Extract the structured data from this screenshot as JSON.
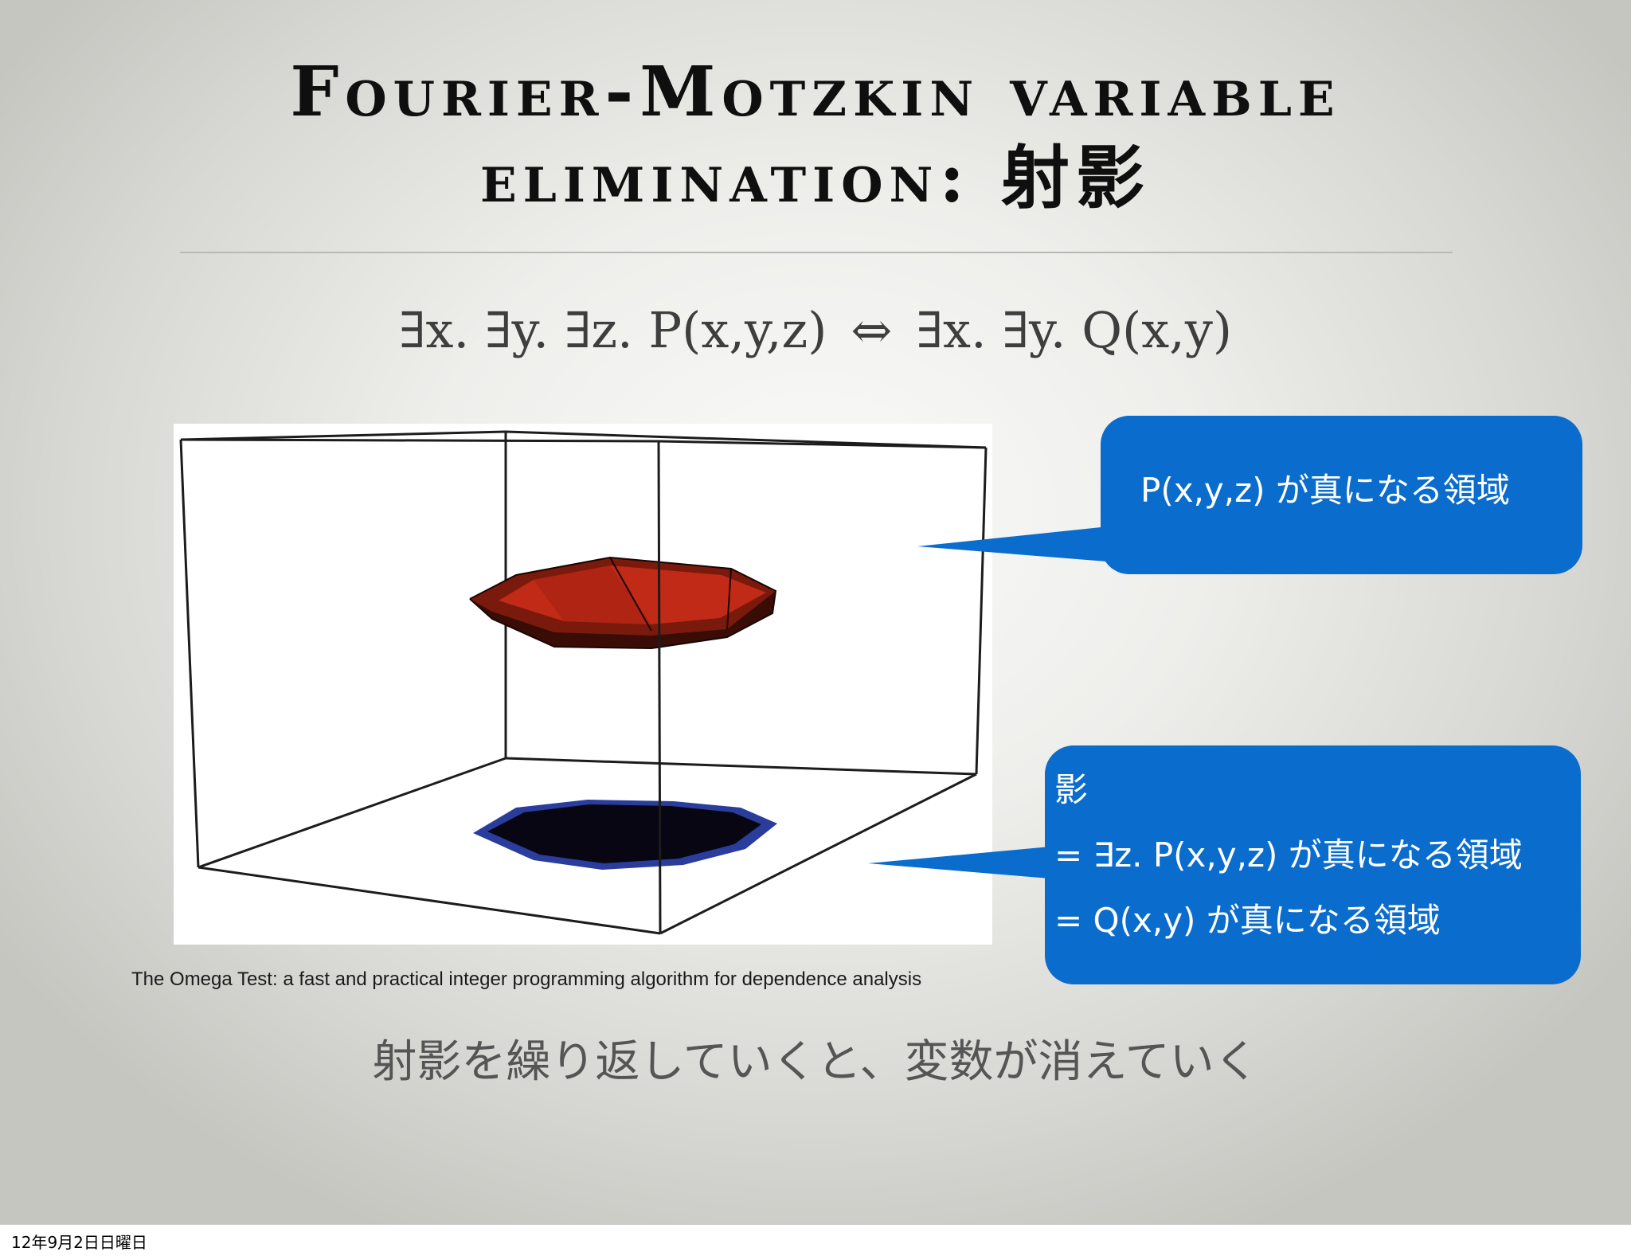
{
  "slide": {
    "title_line1": "Fourier-Motzkin variable",
    "title_line2": "elimination: 射影",
    "formula_left": "∃x. ∃y. ∃z. P(x,y,z)",
    "formula_arrow": "⇔",
    "formula_right": "∃x. ∃y. Q(x,y)",
    "citation": "The Omega Test: a fast and practical integer programming algorithm for dependence analysis",
    "callout_top": {
      "text": "P(x,y,z) が真になる領域"
    },
    "callout_bottom": {
      "line1": "影",
      "line2": "= ∃z. P(x,y,z) が真になる領域",
      "line3": "= Q(x,y) が真になる領域"
    },
    "summary": "射影を繰り返していくと、変数が消えていく",
    "colors": {
      "callout": "#0a6ccc",
      "red_polytope": "#b52412",
      "blue_shadow": "#2a3d9c"
    }
  },
  "footer": {
    "date": "12年9月2日日曜日"
  }
}
